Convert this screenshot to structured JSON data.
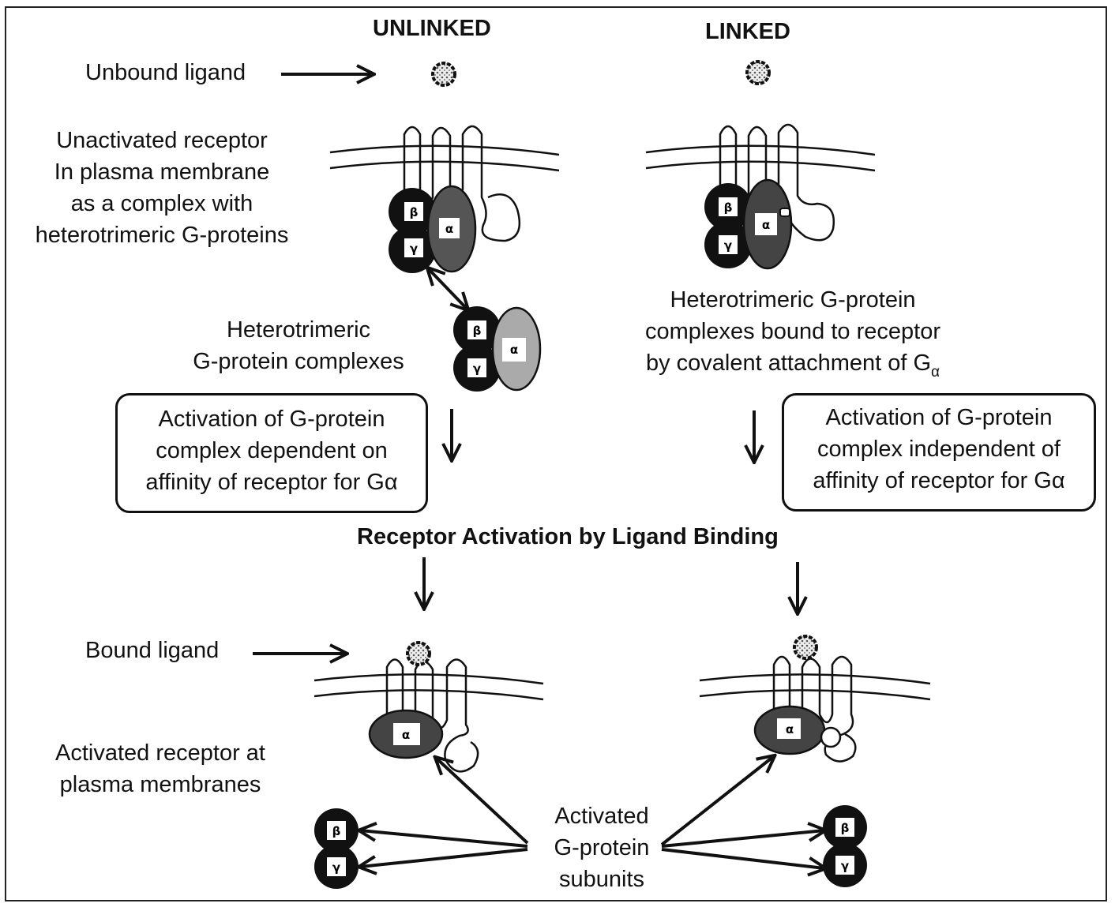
{
  "headers": {
    "unlinked": "UNLINKED",
    "linked": "LINKED"
  },
  "labels": {
    "unbound_ligand": "Unbound ligand",
    "unactivated_receptor": [
      "Unactivated receptor",
      "In plasma membrane",
      "as a complex with",
      "heterotrimeric G-proteins"
    ],
    "heterotrimeric_complexes": [
      "Heterotrimeric",
      "G-protein complexes"
    ],
    "linked_complexes": [
      "Heterotrimeric G-protein",
      "complexes bound to receptor",
      "by covalent attachment of G"
    ],
    "alpha_subscript": "α",
    "activation_dependent": [
      "Activation of G-protein",
      "complex dependent on",
      "affinity of receptor for Gα"
    ],
    "activation_independent": [
      "Activation of G-protein",
      "complex independent of",
      "affinity of receptor for Gα"
    ],
    "receptor_activation": "Receptor Activation by Ligand Binding",
    "bound_ligand": "Bound ligand",
    "activated_receptor": [
      "Activated receptor at",
      "plasma membranes"
    ],
    "activated_subunits": [
      "Activated",
      "G-protein",
      "subunits"
    ]
  },
  "subunits": {
    "alpha": "α",
    "beta": "β",
    "gamma": "γ"
  },
  "colors": {
    "ink": "#111111",
    "alpha_fill": "#555555",
    "alpha_light": "#bbbbbb"
  }
}
